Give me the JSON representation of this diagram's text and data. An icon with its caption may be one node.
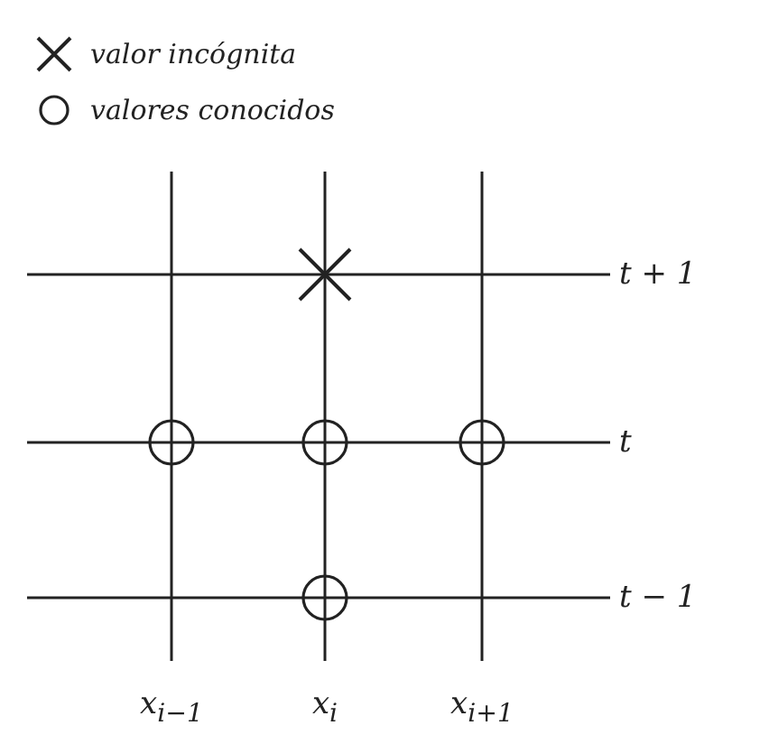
{
  "diagram": {
    "labels": [
      "t + 1",
      "t",
      "t − 1",
      "x$_{i−1}$",
      "x$_{i}$",
      "x$_{i+1}$"
    ],
    "legend": [
      {
        "text": "valor incógnita"
      },
      {
        "text": "valores conocidos"
      }
    ]
  }
}
